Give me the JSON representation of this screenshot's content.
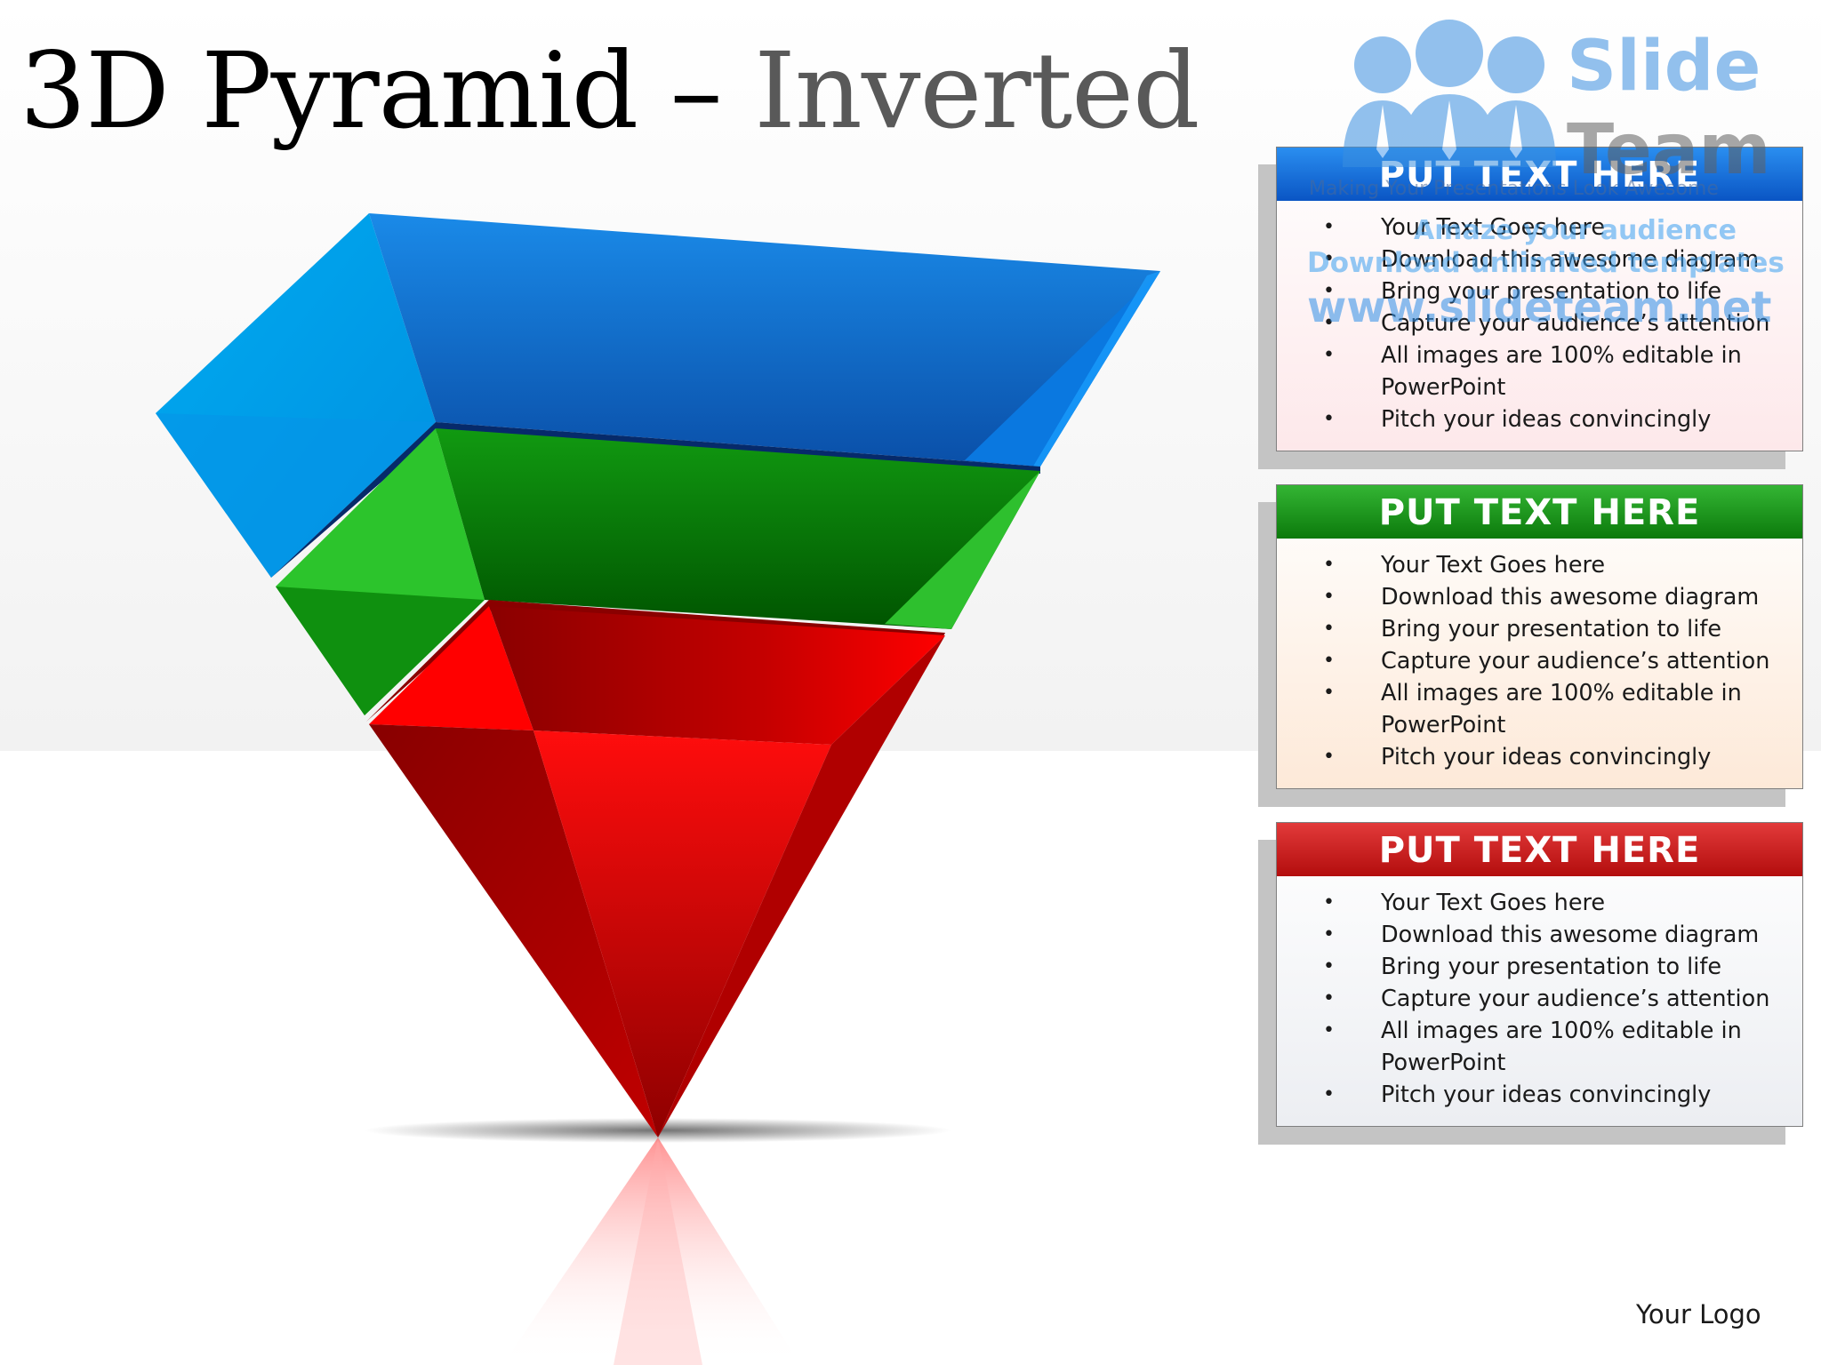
{
  "title": {
    "main": "3D Pyramid – ",
    "sub": "Inverted"
  },
  "colors": {
    "blue": "#0a6fd6",
    "green": "#17a417",
    "red": "#d40000",
    "panel_border": "#7f7f7f",
    "title_sub": "#595959"
  },
  "pyramid": {
    "layers": [
      {
        "name": "top-layer",
        "color": "blue"
      },
      {
        "name": "middle-layer",
        "color": "green"
      },
      {
        "name": "bottom-layer",
        "color": "red"
      }
    ]
  },
  "panels": [
    {
      "color": "blue",
      "header": "PUT TEXT HERE",
      "bullets": [
        "Your Text Goes here",
        "Download this awesome diagram",
        "Bring your presentation to life",
        "Capture your audience’s attention",
        "All images are 100% editable in PowerPoint",
        "Pitch your ideas  convincingly"
      ]
    },
    {
      "color": "green",
      "header": "PUT TEXT HERE",
      "bullets": [
        "Your Text Goes here",
        "Download this awesome diagram",
        "Bring your presentation to life",
        "Capture your audience’s attention",
        "All images are 100% editable in PowerPoint",
        "Pitch your ideas  convincingly"
      ]
    },
    {
      "color": "red",
      "header": "PUT TEXT HERE",
      "bullets": [
        "Your Text Goes here",
        "Download this awesome diagram",
        "Bring your presentation to life",
        "Capture your audience’s attention",
        "All images are 100% editable in PowerPoint",
        "Pitch your ideas  convincingly"
      ]
    }
  ],
  "watermark": {
    "brand_line1": "Slide",
    "brand_line2": "Team",
    "tagline": "Making Your Presentations Look Awesome",
    "line1": "Amaze your audience",
    "line2": "Download unlimited templates",
    "url": "www.slideteam.net"
  },
  "logo": "Your Logo"
}
